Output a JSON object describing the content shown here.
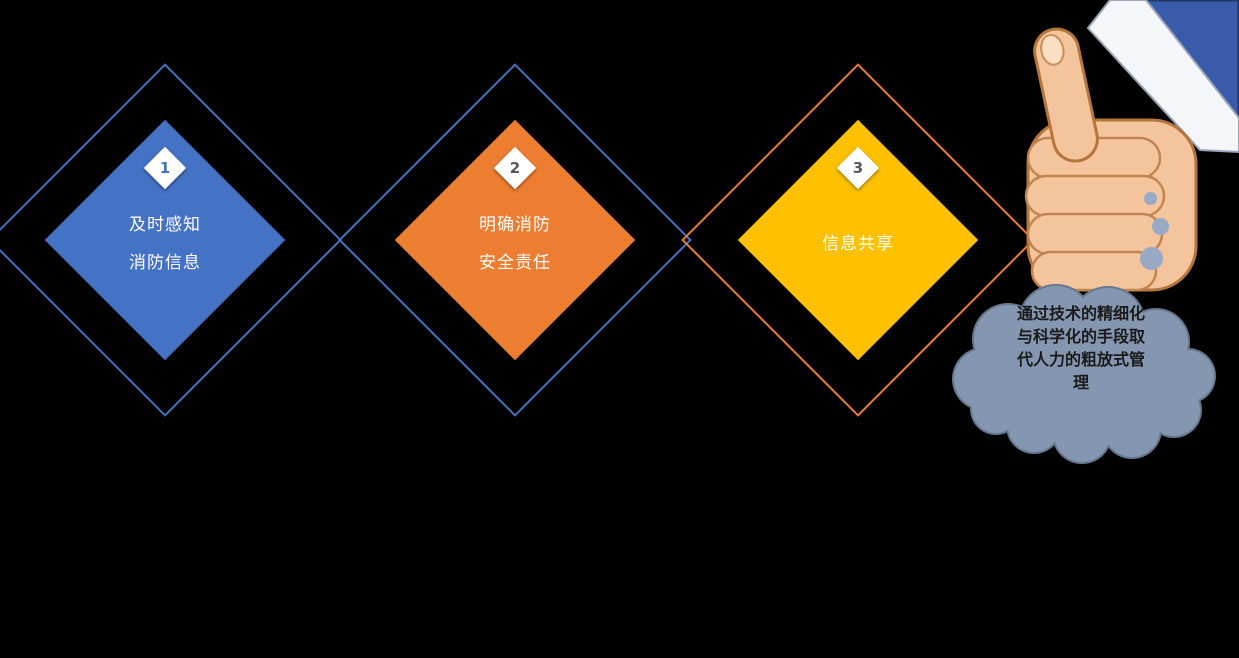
{
  "canvas": {
    "background": "#000000"
  },
  "steps": [
    {
      "number": "1",
      "lines": [
        "及时感知",
        "消防信息"
      ],
      "fill": "#4472C4",
      "outline": "#4472C4",
      "number_color": "#4472C4"
    },
    {
      "number": "2",
      "lines": [
        "明确消防",
        "安全责任"
      ],
      "fill": "#ED7D31",
      "outline": "#4472C4",
      "number_color": "#595959"
    },
    {
      "number": "3",
      "lines": [
        "信息共享"
      ],
      "fill": "#FFC000",
      "outline": "#ED7D31",
      "number_color": "#595959"
    }
  ],
  "step_label_color": "#FFFFFF",
  "thought_cloud": {
    "lines": [
      "通过技术的精细化",
      "与科学化的手段取",
      "代人力的粗放式管",
      "理"
    ],
    "fill": "#8496B0",
    "edge": "#66788F",
    "bubble_fill": "#97A9C4",
    "text_color": "#1A1A1A"
  },
  "icons": {
    "thumbs_up": "thumbs-up-hand",
    "thought_bubbles": "thought-bubble-trail",
    "cloud": "thought-cloud"
  }
}
